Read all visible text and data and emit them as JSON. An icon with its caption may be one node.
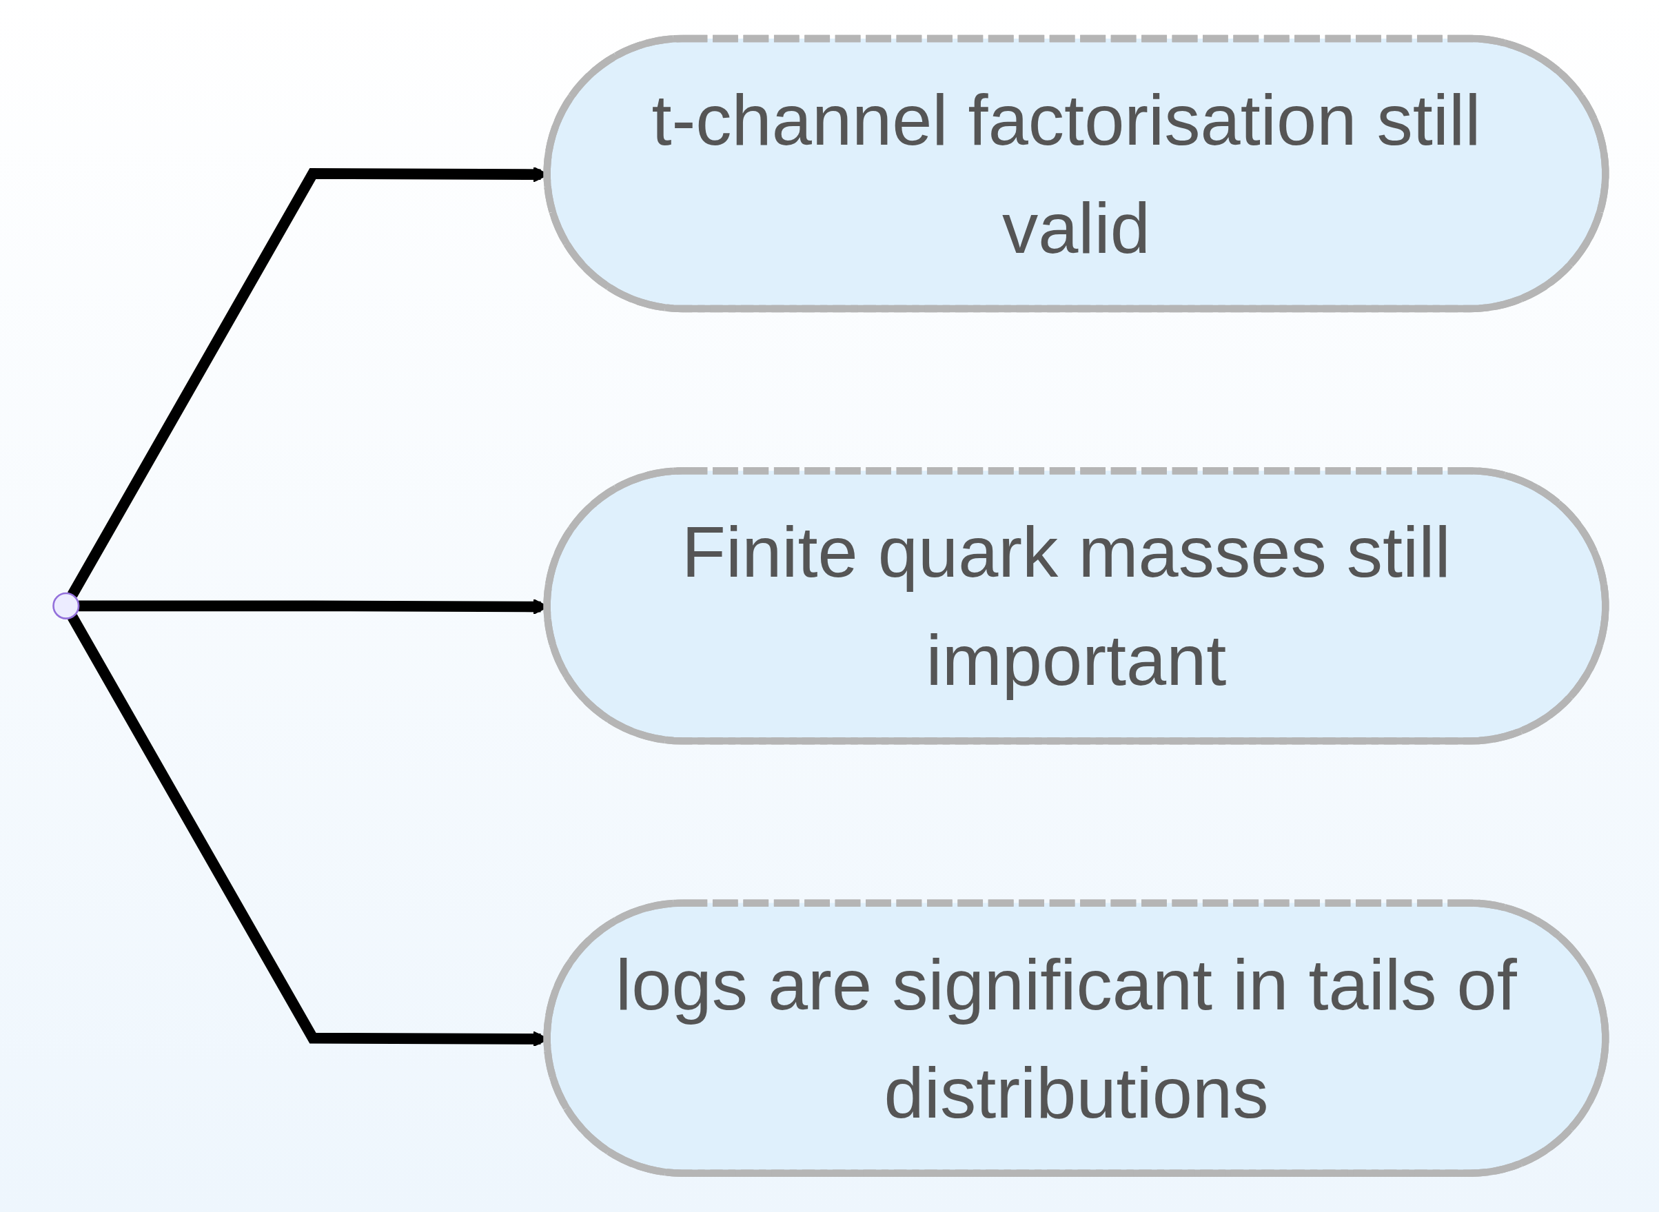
{
  "diagram": {
    "nodes": [
      {
        "text": [
          "t-channel factorisation still valid"
        ]
      },
      {
        "text": [
          "Finite quark masses still important"
        ]
      },
      {
        "text": [
          "logs are significant in tails of distributions"
        ]
      }
    ],
    "edges": [
      {
        "from": null,
        "to": 0,
        "arrow": "to"
      },
      {
        "from": null,
        "to": 1,
        "arrow": "to"
      },
      {
        "from": null,
        "to": 2,
        "arrow": "to"
      }
    ]
  }
}
